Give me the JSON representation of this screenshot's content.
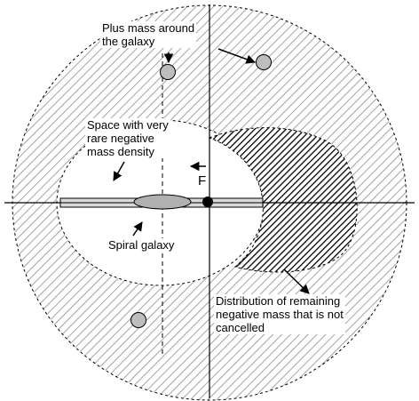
{
  "labels": {
    "plus_mass": "Plus mass around\nthe galaxy",
    "sparse_space": "Space with very\nrare negative\nmass density",
    "force": "F",
    "spiral_galaxy": "Spiral galaxy",
    "remaining_mass": "Distribution of remaining\nnegative mass that is not\ncancelled"
  },
  "colors": {
    "outline": "#000000",
    "light_hatch": "#8c8c8c",
    "dark_hatch": "#000000",
    "plus_mass_fill": "#bdbdbd",
    "galaxy_fill": "#b0b0b0",
    "background": "#ffffff"
  }
}
